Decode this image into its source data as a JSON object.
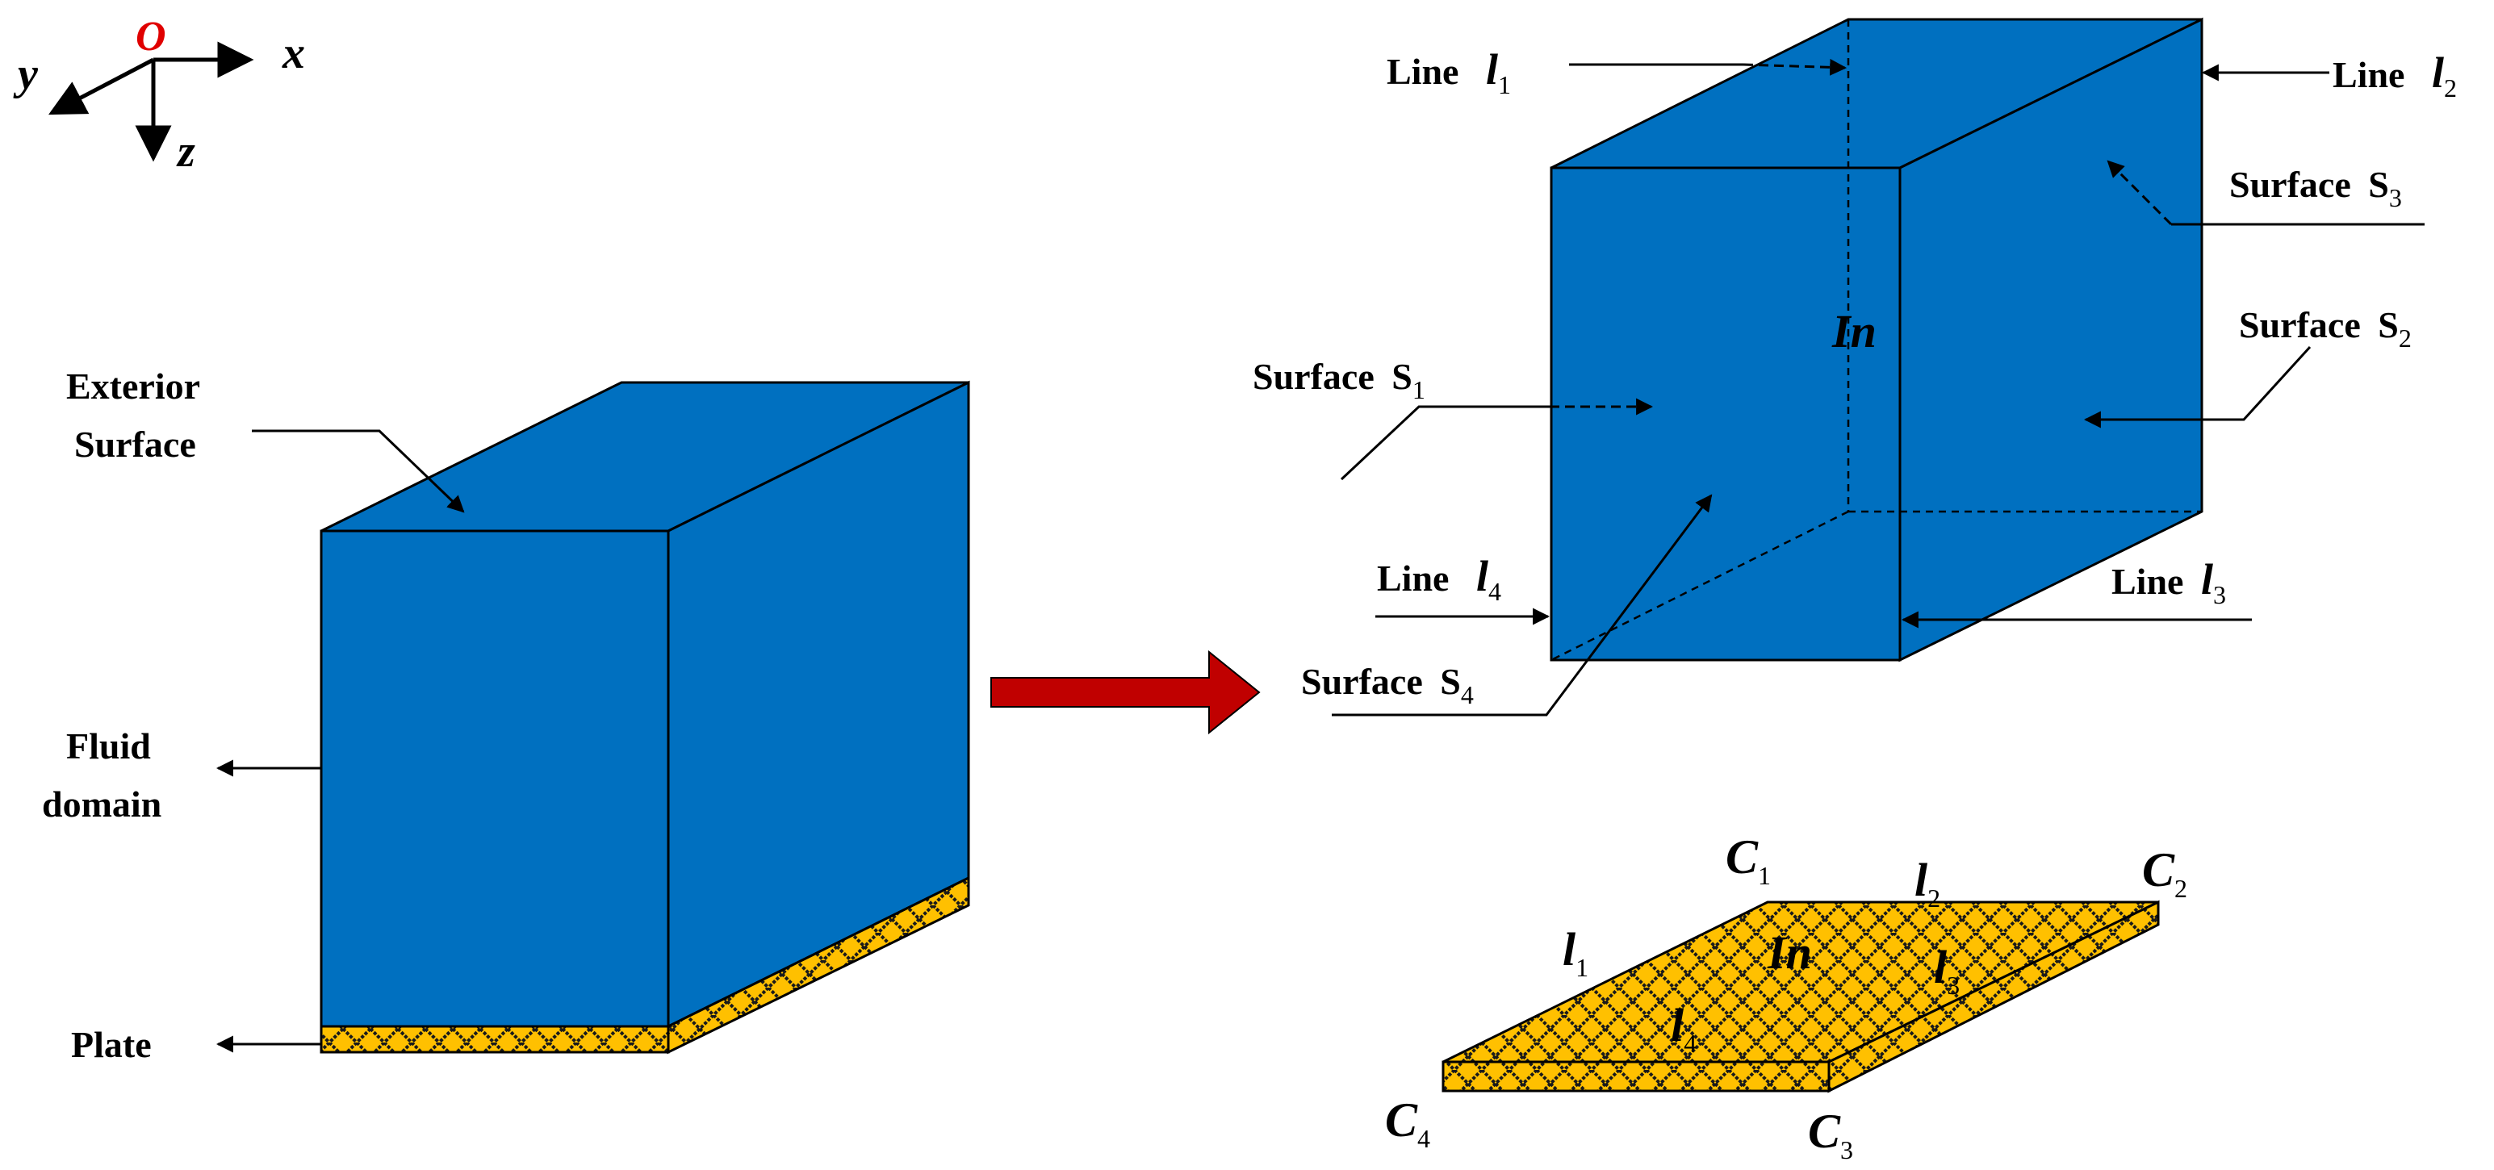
{
  "colors": {
    "fluid": "#0070c0",
    "plate": "#ffc000",
    "hatch": "#1a1a1a",
    "arrow_big": "#c00000",
    "origin": "#e00000",
    "line": "#000000"
  },
  "axes": {
    "origin": "O",
    "x": "x",
    "y": "y",
    "z": "z"
  },
  "left": {
    "exterior_1": "Exterior",
    "exterior_2": "Surface",
    "fluid_1": "Fluid",
    "fluid_2": "domain",
    "plate": "Plate"
  },
  "right_box": {
    "line_word": "Line",
    "l": "l",
    "sub1": "1",
    "sub2": "2",
    "sub3": "3",
    "sub4": "4",
    "surface_word": "Surface",
    "S": "S",
    "interior": "In"
  },
  "plate_detail": {
    "C": "C",
    "l": "l",
    "interior": "In",
    "sub1": "1",
    "sub2": "2",
    "sub3": "3",
    "sub4": "4"
  },
  "icons": [
    "transform-arrow-icon"
  ]
}
